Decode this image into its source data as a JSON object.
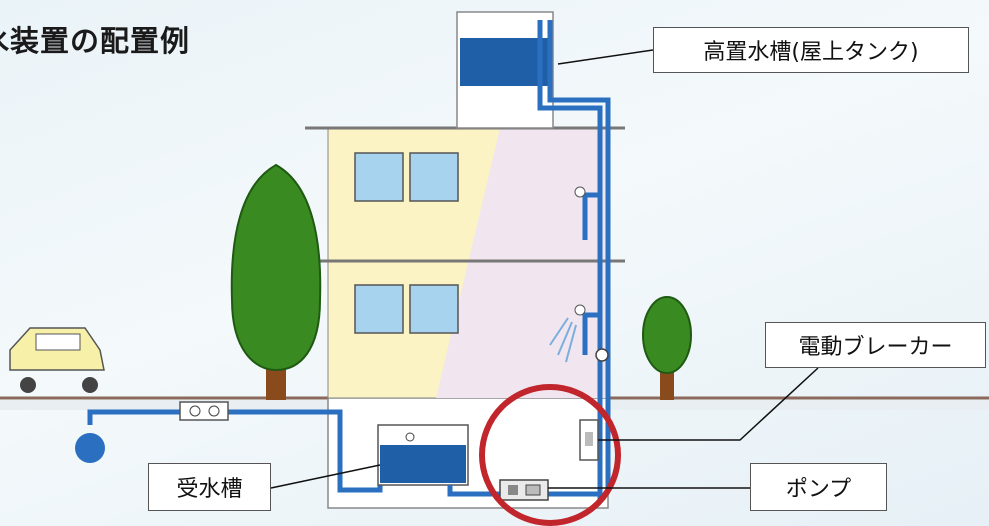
{
  "title": "水装置の配置例",
  "labels": {
    "rooftop_tank": "高置水槽(屋上タンク)",
    "breaker": "電動ブレーカー",
    "receiving_tank": "受水槽",
    "pump": "ポンプ"
  },
  "colors": {
    "water": "#1f5fa8",
    "pipe": "#2a6fc0",
    "building_wall": "#fbf3c3",
    "building_shade": "#f1e6ef",
    "window": "#a8d3ee",
    "tree": "#3a8a22",
    "trunk": "#8a4b1c",
    "highlight_circle": "#c0262b",
    "ground": "#8b6a5c"
  }
}
